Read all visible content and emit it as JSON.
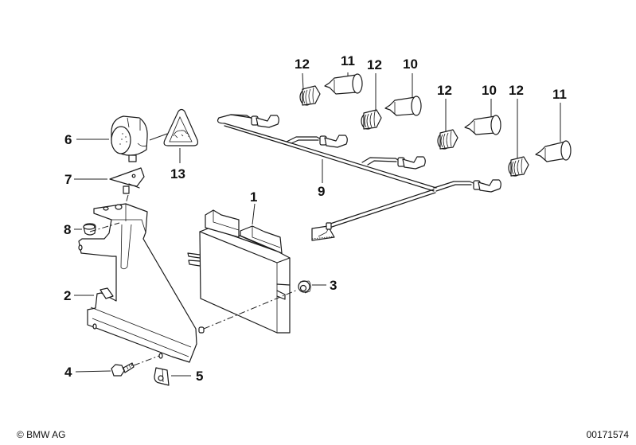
{
  "diagram": {
    "title": "Parts diagram – park distance control components",
    "callouts": [
      {
        "id": "1",
        "label": "1",
        "part": "control-unit"
      },
      {
        "id": "2",
        "label": "2",
        "part": "bracket"
      },
      {
        "id": "3",
        "label": "3",
        "part": "grommet"
      },
      {
        "id": "4",
        "label": "4",
        "part": "hex-bolt"
      },
      {
        "id": "5",
        "label": "5",
        "part": "clip-nut"
      },
      {
        "id": "6",
        "label": "6",
        "part": "signal-sounder"
      },
      {
        "id": "7",
        "label": "7",
        "part": "sounder-holder"
      },
      {
        "id": "8",
        "label": "8",
        "part": "rubber-buffer"
      },
      {
        "id": "9",
        "label": "9",
        "part": "wiring-harness"
      },
      {
        "id": "10a",
        "label": "10",
        "part": "sensor"
      },
      {
        "id": "10b",
        "label": "10",
        "part": "sensor"
      },
      {
        "id": "11a",
        "label": "11",
        "part": "sensor"
      },
      {
        "id": "11b",
        "label": "11",
        "part": "sensor"
      },
      {
        "id": "12a",
        "label": "12",
        "part": "decoupling-ring"
      },
      {
        "id": "12b",
        "label": "12",
        "part": "decoupling-ring"
      },
      {
        "id": "12c",
        "label": "12",
        "part": "decoupling-ring"
      },
      {
        "id": "12d",
        "label": "12",
        "part": "decoupling-ring"
      },
      {
        "id": "13",
        "label": "13",
        "part": "warning-label"
      }
    ]
  },
  "footer": {
    "copyright": "© BMW AG",
    "document_number": "00171574"
  }
}
